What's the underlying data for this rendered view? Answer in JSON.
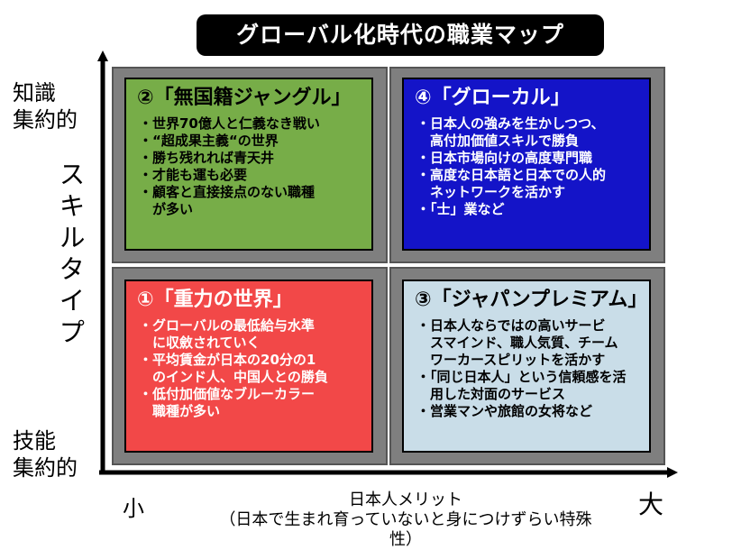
{
  "title": "グローバル化時代の職業マップ",
  "axes": {
    "y_top": [
      "知識",
      "集約的"
    ],
    "y_bottom": [
      "技能",
      "集約的"
    ],
    "y_label": "スキルタイプ",
    "x_small": "小",
    "x_large": "大",
    "x_label_line1": "日本人メリット",
    "x_label_line2": "（日本で生まれ育っていないと身につけずらい特殊性）"
  },
  "quadrants": {
    "q2": {
      "title": "②「無国籍ジャングル」",
      "items": [
        "・世界70億人と仁義なき戦い",
        "・“超成果主義“の世界",
        "・勝ち残れれば青天井",
        "・才能も運も必要",
        "・顧客と直接接点のない職種",
        "　が多い"
      ]
    },
    "q4": {
      "title": "④「グローカル」",
      "items": [
        "・日本人の強みを生かしつつ、",
        "　高付加価値スキルで勝負",
        "・日本市場向けの高度専門職",
        "・高度な日本語と日本での人的",
        "　ネットワークを活かす",
        "・「士」業など"
      ]
    },
    "q1": {
      "title": "①「重力の世界」",
      "items": [
        "・グローバルの最低給与水準",
        "　に収斂されていく",
        "・平均賃金が日本の20分の1",
        "　のインド人、中国人との勝負",
        "・低付加価値なブルーカラー",
        "　職種が多い"
      ]
    },
    "q3": {
      "title": "③「ジャパンプレミアム」",
      "items": [
        "・日本人ならではの高いサービ",
        "　スマインド、職人気質、チーム",
        "　ワーカースピリットを活かす",
        "・「同じ日本人」という信頼感を活",
        "　用した対面のサービス",
        "・営業マンや旅館の女将など"
      ]
    }
  }
}
